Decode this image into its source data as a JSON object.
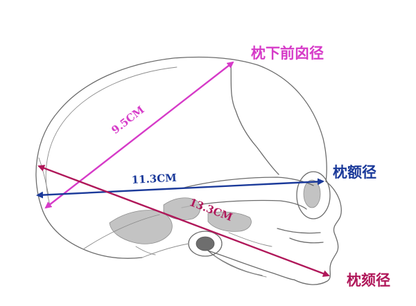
{
  "diagram": {
    "colors": {
      "suboccipitobregmatic": "#d63bc8",
      "occipitofrontal": "#1b3a9a",
      "occipitomental": "#b0185a",
      "skull_outline": "#6b6b6b"
    },
    "measurements": {
      "suboccipitobregmatic": {
        "label": "9.5CM",
        "value_cm": 9.5
      },
      "occipitofrontal": {
        "label": "11.3CM",
        "value_cm": 11.3
      },
      "occipitomental": {
        "label": "13.3CM",
        "value_cm": 13.3
      }
    },
    "names": {
      "suboccipitobregmatic": "枕下前囟径",
      "occipitofrontal": "枕额径",
      "occipitomental": "枕颏径"
    }
  }
}
